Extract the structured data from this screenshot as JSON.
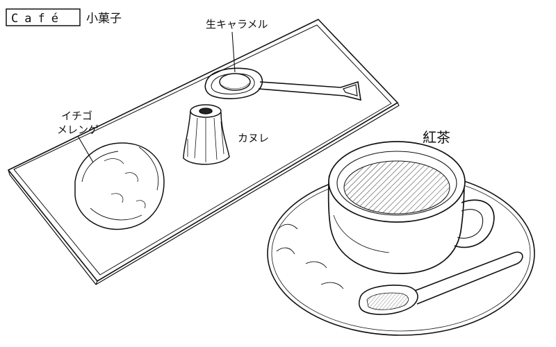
{
  "header": {
    "cafe_label": "Café",
    "category_label": "小菓子"
  },
  "labels": {
    "caramel": "生キャラメル",
    "meringue_line1": "イチゴ",
    "meringue_line2": "メレンゲ",
    "canele": "カヌレ",
    "tea": "紅茶"
  },
  "colors": {
    "ink": "#111111",
    "paper": "#ffffff"
  }
}
